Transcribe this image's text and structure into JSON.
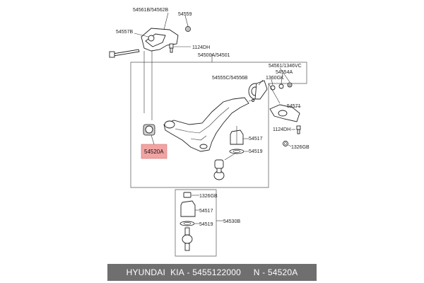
{
  "labels": {
    "l54561B_54562B": "54561B/54562B",
    "l54559": "54559",
    "l54557B": "54557B",
    "l1124DH_top": "1124DH",
    "l54500A_54501": "54500A/54501",
    "l54561_1346VC": "54561/1346VC",
    "l54554A": "54554A",
    "l1360GK": "1360GK",
    "l54555C_54556B": "54555C/54556B",
    "l54571": "54571",
    "l1124DH_right": "1124DH",
    "l1326GB_right": "1326GB",
    "l54517_upper": "54517",
    "l54519_upper": "54519",
    "l54520A": "54520A",
    "l1326GB_lower": "1326GB",
    "l54517_lower": "54517",
    "l54519_lower": "54519",
    "l54530B": "54530B"
  },
  "footer": {
    "brand": "HYUNDAI",
    "maker": "KIA",
    "part_number": "5455122000",
    "ref": "N - 54520A"
  },
  "colors": {
    "highlight": "#f2a3a3",
    "footer_bg": "#6f6f6f"
  }
}
